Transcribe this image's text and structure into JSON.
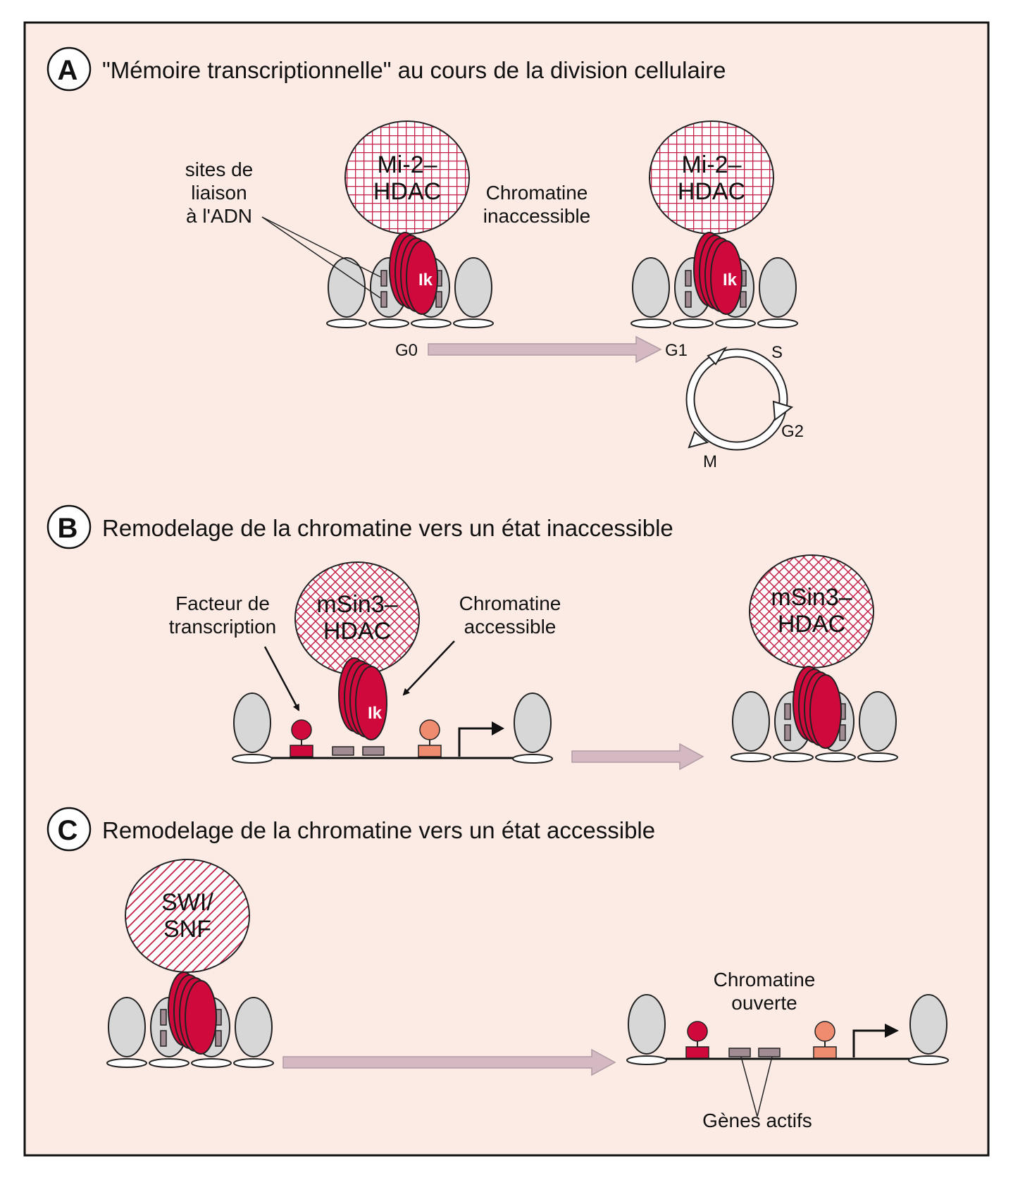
{
  "colors": {
    "panel_background": "#fcebe5",
    "protein_red": "#d0093c",
    "hatch_red": "#c41f45",
    "nucleosome_grey": "#d7d7d7",
    "binding_site": "#a08c92",
    "arrow_pink": "#d4b8c2",
    "activator_orange": "#ef8c70"
  },
  "panelA": {
    "badge": "A",
    "title": "\"Mémoire transcriptionnelle\" au cours de la division cellulaire",
    "complex_line1": "Mi-2–",
    "complex_line2": "HDAC",
    "sites_line1": "sites de",
    "sites_line2": "liaison",
    "sites_line3": "à l'ADN",
    "chromatin_line1": "Chromatine",
    "chromatin_line2": "inaccessible",
    "ik_label": "Ik",
    "phase_g0": "G0",
    "phase_g1": "G1",
    "phase_s": "S",
    "phase_g2": "G2",
    "phase_m": "M"
  },
  "panelB": {
    "badge": "B",
    "title": "Remodelage de la chromatine vers un état inaccessible",
    "complex_line1": "mSin3–",
    "complex_line2": "HDAC",
    "factor_line1": "Facteur de",
    "factor_line2": "transcription",
    "chromatin_line1": "Chromatine",
    "chromatin_line2": "accessible",
    "ik_label": "Ik"
  },
  "panelC": {
    "badge": "C",
    "title": "Remodelage de la chromatine vers un état accessible",
    "complex_line1": "SWI/",
    "complex_line2": "SNF",
    "open_line1": "Chromatine",
    "open_line2": "ouverte",
    "genes_label": "Gènes actifs"
  }
}
